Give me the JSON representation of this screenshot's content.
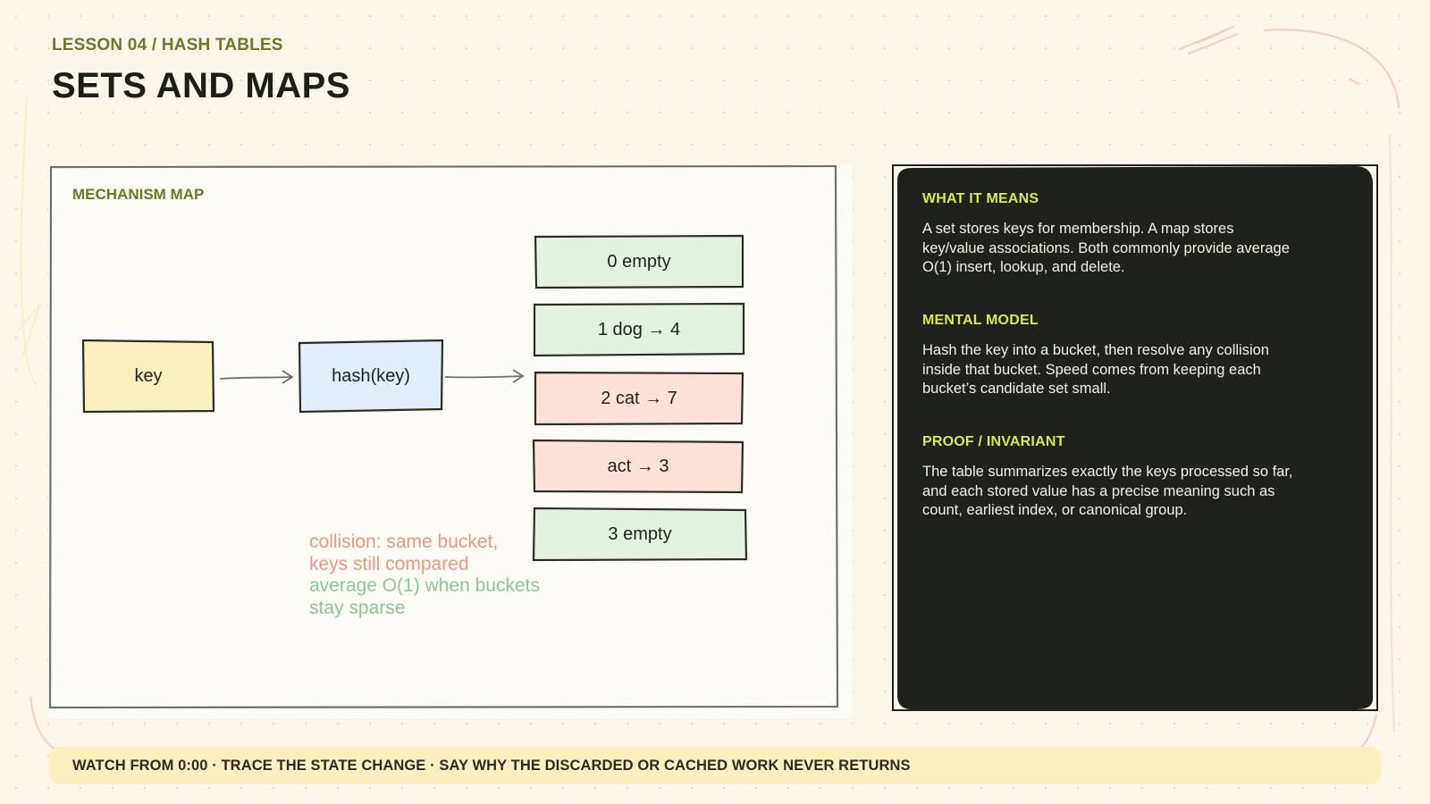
{
  "header": {
    "eyebrow": "LESSON 04 / HASH TABLES",
    "title": "SETS AND MAPS"
  },
  "mechanism": {
    "label": "MECHANISM MAP",
    "key_node": "key",
    "hash_node": "hash(key)",
    "buckets": [
      {
        "label": "0 empty",
        "state": "empty"
      },
      {
        "label": "1 dog → 4",
        "state": "occupied"
      },
      {
        "label": "2 cat → 7",
        "state": "collision"
      },
      {
        "label": "act → 3",
        "state": "collision"
      },
      {
        "label": "3 empty",
        "state": "empty"
      }
    ],
    "note_collision": "collision: same bucket, keys still compared",
    "note_average": "average O(1) when buckets stay sparse"
  },
  "explain": {
    "sections": [
      {
        "title": "WHAT IT MEANS",
        "body": "A set stores keys for membership. A map stores key/value associations. Both commonly provide average O(1) insert, lookup, and delete."
      },
      {
        "title": "MENTAL MODEL",
        "body": "Hash the key into a bucket, then resolve any collision inside that bucket. Speed comes from keeping each bucket’s candidate set small."
      },
      {
        "title": "PROOF / INVARIANT",
        "body": "The table summarizes exactly the keys processed so far, and each stored value has a precise meaning such as count, earliest index, or canonical group."
      }
    ]
  },
  "footer": {
    "text": "WATCH FROM 0:00 · TRACE THE STATE CHANGE · SAY WHY THE DISCARDED OR CACHED WORK NEVER RETURNS"
  },
  "colors": {
    "background": "#fbf6e9",
    "accent_olive": "#6b7a2a",
    "accent_lime": "#d9ea45",
    "key_fill": "#fbf0c0",
    "hash_fill": "#e3eefb",
    "empty_fill": "#e4f2e2",
    "collision_fill": "#fde2d9",
    "dark_panel": "#1f211c",
    "footer_fill": "#fcefc0"
  }
}
